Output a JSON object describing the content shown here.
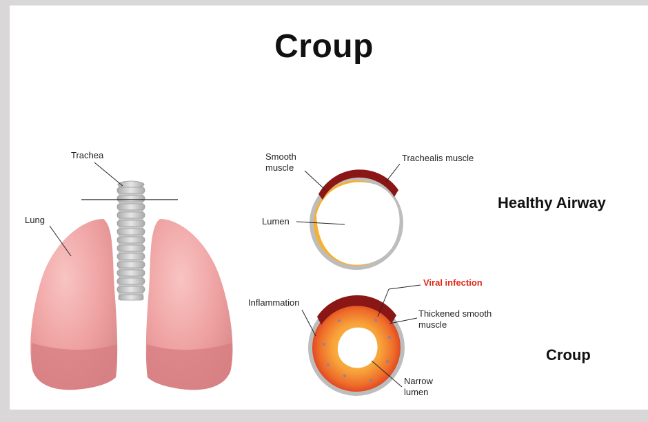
{
  "title": "Croup",
  "sections": {
    "healthy": "Healthy Airway",
    "croup": "Croup"
  },
  "labels": {
    "trachea": "Trachea",
    "lung": "Lung",
    "smooth_muscle": "Smooth\nmuscle",
    "trachealis_muscle": "Trachealis muscle",
    "lumen": "Lumen",
    "viral_infection": "Viral infection",
    "inflammation": "Inflammation",
    "thickened_smooth_muscle": "Thickened smooth\nmuscle",
    "narrow_lumen": "Narrow\nlumen"
  },
  "colors": {
    "lung": "#eea0a0",
    "lung_shade": "#d77e82",
    "wall_gray": "#bdbdbd",
    "muscle_red": "#9b1a1a",
    "smooth_yellow": "#f5b133",
    "inflamed_orange": "#ef7a2a",
    "accent_red": "#e02818"
  }
}
